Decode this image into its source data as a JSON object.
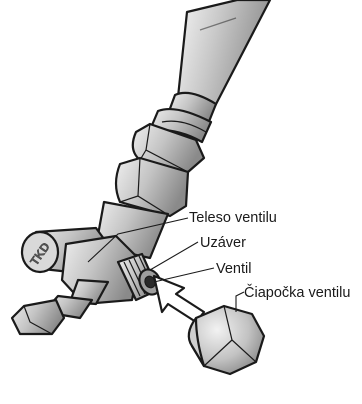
{
  "labels": {
    "valve_body": "Teleso ventilu",
    "cap": "Uzáver",
    "valve": "Ventil",
    "valve_cap": "Čiapočka ventilu"
  },
  "embossed_mark": "TKD",
  "colors": {
    "outline": "#1a1a1a",
    "metal_light": "#e6e6e6",
    "metal_mid": "#bdbdbd",
    "metal_dark": "#8e8e8e"
  }
}
